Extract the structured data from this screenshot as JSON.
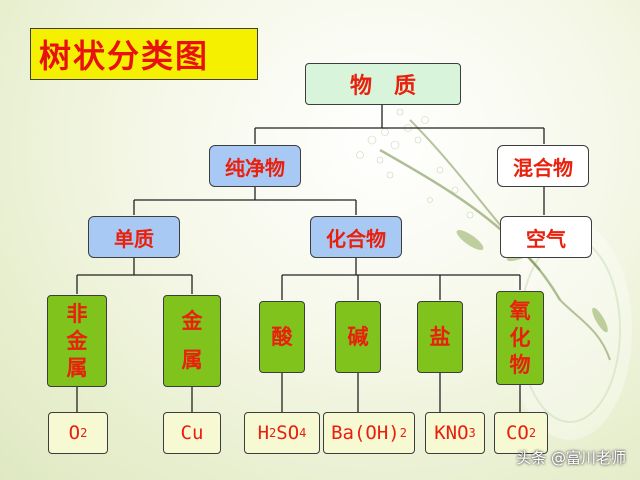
{
  "title": "树状分类图",
  "nodes": {
    "root": "物　质",
    "pure": "纯净物",
    "mixture": "混合物",
    "element": "单质",
    "compound": "化合物",
    "air": "空气",
    "nonmetal": [
      "非",
      "金",
      "属"
    ],
    "metal": [
      "金",
      "",
      "属"
    ],
    "acid": "酸",
    "base": "碱",
    "salt": "盐",
    "oxide": [
      "氧",
      "化",
      "物"
    ]
  },
  "examples": {
    "o2": {
      "base": "O",
      "sub": "2"
    },
    "cu": "Cu",
    "h2so4": {
      "p1": "H",
      "s1": "2",
      "p2": "SO",
      "s2": "4"
    },
    "baoh2": {
      "base": "Ba(OH)",
      "sub": "2"
    },
    "kno3": {
      "base": "KNO",
      "sub": "3"
    },
    "co2": {
      "base": "CO",
      "sub": "2"
    }
  },
  "watermark": "头条 @富川老师",
  "colors": {
    "text": "#e8200c",
    "title_bg": "#f4f000",
    "green": "#7fc31c",
    "blue": "#a9c9f5",
    "mint": "#d8f5dc"
  }
}
